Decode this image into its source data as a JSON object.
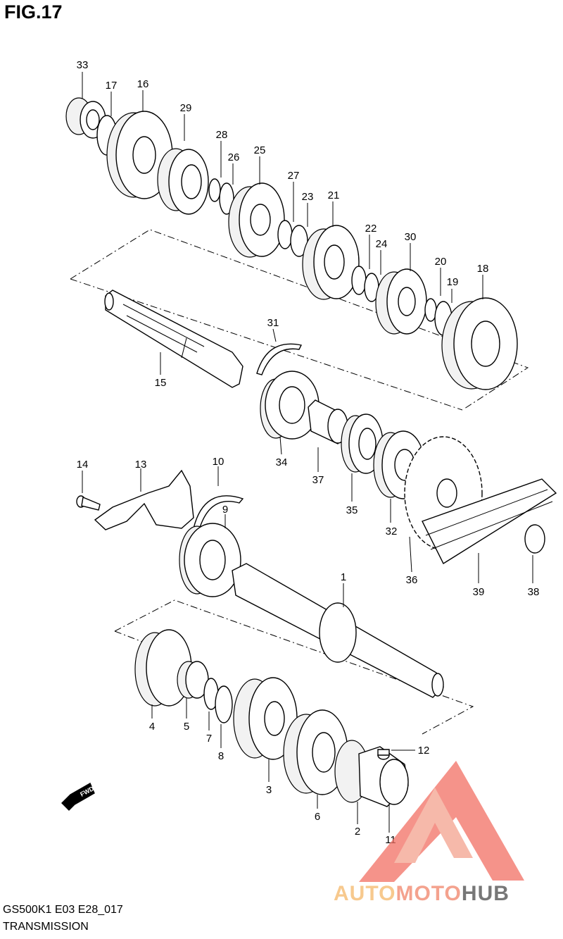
{
  "title": "FIG.17",
  "model_code": "GS500K1 E03 E28_017",
  "subtitle": "TRANSMISSION",
  "watermark": {
    "auto": "AUTO",
    "moto": "MOTO",
    "hub": "HUB"
  },
  "fwd_label": "FWD",
  "callouts": [
    "33",
    "17",
    "16",
    "29",
    "28",
    "26",
    "25",
    "27",
    "23",
    "21",
    "22",
    "24",
    "30",
    "20",
    "19",
    "18",
    "31",
    "15",
    "34",
    "37",
    "35",
    "32",
    "36",
    "39",
    "38",
    "14",
    "13",
    "10",
    "9",
    "1",
    "4",
    "5",
    "7",
    "8",
    "3",
    "6",
    "2",
    "12",
    "11"
  ],
  "colors": {
    "watermark_auto": "#f7c98e",
    "watermark_moto": "#f4a28e",
    "watermark_hub": "#777777",
    "watermark_triangle": "#f26f63"
  }
}
